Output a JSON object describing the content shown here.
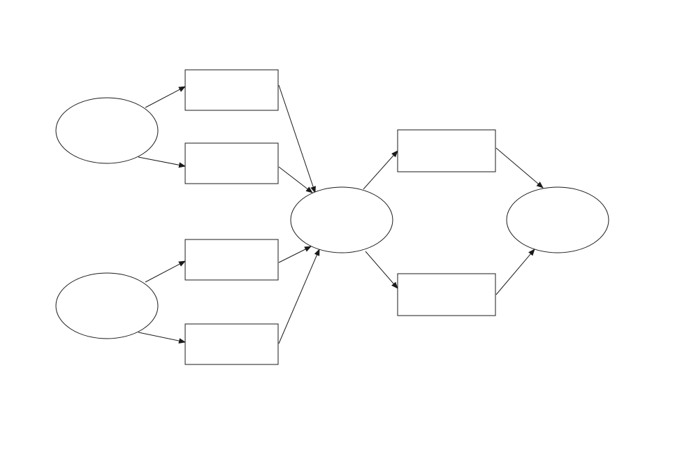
{
  "diagram": {
    "type": "flow",
    "stroke_color": "#1a1a1a",
    "background_color": "#ffffff",
    "nodes": [
      {
        "id": "input-a",
        "shape": "ellipse",
        "label": ""
      },
      {
        "id": "input-b",
        "shape": "ellipse",
        "label": ""
      },
      {
        "id": "box-a1",
        "shape": "rect",
        "label": ""
      },
      {
        "id": "box-a2",
        "shape": "rect",
        "label": ""
      },
      {
        "id": "box-b1",
        "shape": "rect",
        "label": ""
      },
      {
        "id": "box-b2",
        "shape": "rect",
        "label": ""
      },
      {
        "id": "hub",
        "shape": "ellipse",
        "label": ""
      },
      {
        "id": "box-c1",
        "shape": "rect",
        "label": ""
      },
      {
        "id": "box-c2",
        "shape": "rect",
        "label": ""
      },
      {
        "id": "output",
        "shape": "ellipse",
        "label": ""
      }
    ],
    "edges": [
      {
        "from": "input-a",
        "to": "box-a1"
      },
      {
        "from": "input-a",
        "to": "box-a2"
      },
      {
        "from": "input-b",
        "to": "box-b1"
      },
      {
        "from": "input-b",
        "to": "box-b2"
      },
      {
        "from": "box-a1",
        "to": "hub"
      },
      {
        "from": "box-a2",
        "to": "hub"
      },
      {
        "from": "box-b1",
        "to": "hub"
      },
      {
        "from": "box-b2",
        "to": "hub"
      },
      {
        "from": "hub",
        "to": "box-c1"
      },
      {
        "from": "hub",
        "to": "box-c2"
      },
      {
        "from": "box-c1",
        "to": "output"
      },
      {
        "from": "box-c2",
        "to": "output"
      }
    ]
  }
}
